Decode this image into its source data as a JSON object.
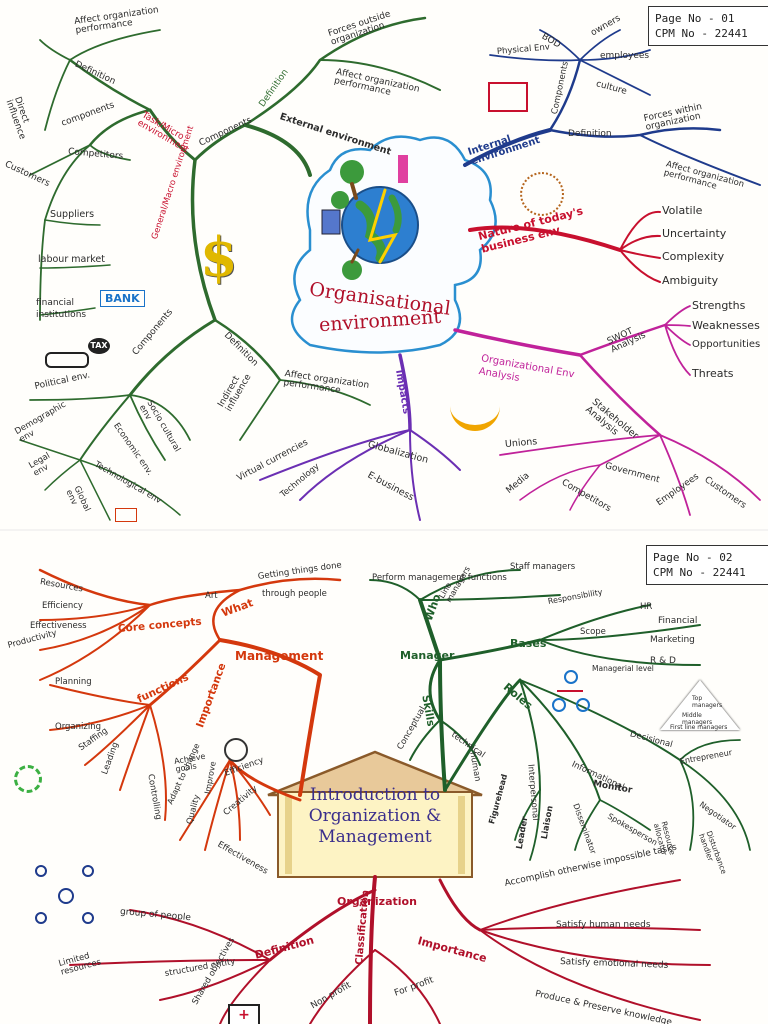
{
  "page1": {
    "page_box": {
      "page_no": "Page No - 01",
      "cpm_no": "CPM No - 22441"
    },
    "center": {
      "title_line1": "Organisational",
      "title_line2": "environment"
    },
    "external": {
      "branch": "External environment",
      "definition": "Definition",
      "def_items": [
        "Forces outside organization",
        "Affect organization performance"
      ],
      "components": "Components"
    },
    "task": {
      "branch": "Task/Micro environment",
      "definition": "Definition",
      "def_items": [
        "Affect organization performance",
        "Direct influence"
      ],
      "components": "components",
      "comp_items": [
        "Customers",
        "Competitors",
        "Suppliers",
        "labour market",
        "financial institutions"
      ],
      "bank_label": "BANK"
    },
    "general": {
      "branch": "General/Macro environment",
      "definition": "Definition",
      "def_items": [
        "Affect organization performance",
        "Indirect influence"
      ],
      "components": "Components",
      "comp_items": [
        "Political env.",
        "Socio cultural env",
        "Economic env.",
        "Demographic env",
        "Legal env",
        "Technological env",
        "Global env"
      ],
      "tax_label": "TAX"
    },
    "internal": {
      "branch": "Internal environment",
      "definition": "Definition",
      "def_items": [
        "Forces within organization",
        "Affect organization performance"
      ],
      "components": "Components",
      "comp_items": [
        "BOD",
        "owners",
        "employees",
        "Physical Env",
        "culture"
      ]
    },
    "nature": {
      "branch": "Nature of today's business env",
      "items": [
        "Volatile",
        "Uncertainty",
        "Complexity",
        "Ambiguity"
      ]
    },
    "analysis": {
      "branch": "Organizational Env Analysis",
      "swot": "SWOT Analysis",
      "swot_items": [
        "Strengths",
        "Weaknesses",
        "Opportunities",
        "Threats"
      ],
      "stakeholder": "Stakeholder Analysis",
      "stake_items": [
        "Unions",
        "Media",
        "Competitors",
        "Government",
        "Employees",
        "Customers"
      ]
    },
    "impacts": {
      "branch": "Impacts",
      "items": [
        "Virtual currencies",
        "Technology",
        "Globalization",
        "E-business"
      ]
    }
  },
  "page2": {
    "page_box": {
      "page_no": "Page No - 02",
      "cpm_no": "CPM No - 22441"
    },
    "center": {
      "line1": "Introduction to",
      "line2": "Organization &",
      "line3": "Management"
    },
    "management": {
      "branch": "Management",
      "what": "What",
      "what_items": [
        "Art",
        "Getting things done",
        "through people"
      ],
      "core": "Core concepts",
      "core_items": [
        "Resources",
        "Efficiency",
        "Effectiveness",
        "Productivity"
      ],
      "functions": "functions",
      "func_items": [
        "Planning",
        "Organizing",
        "Staffing",
        "Leading",
        "Controlling"
      ],
      "importance": "Importance",
      "imp_items": [
        "Achieve goals",
        "Adapt to change",
        "Quality",
        "Improve",
        "Efficiency",
        "Creativity",
        "Effectiveness"
      ]
    },
    "manager": {
      "branch": "Manager",
      "who": "Who",
      "who_items": [
        "Perform management functions",
        "Line managers",
        "Staff managers"
      ],
      "bases": "Bases",
      "bases_items": [
        "Responsibility",
        "Scope",
        "Managerial level",
        "HR",
        "Financial",
        "Marketing",
        "R & D"
      ],
      "skills": "Skills",
      "skills_items": [
        "Conceptual",
        "technical",
        "human"
      ],
      "roles": "Roles",
      "roles_items": [
        "Interpersonal",
        "Informational",
        "Decisional",
        "Figurehead",
        "Leader",
        "Liaison",
        "Monitor",
        "Disseminator",
        "Spokesperson",
        "Entrepreneur",
        "Negotiator",
        "Resource allocator",
        "Disturbance handler"
      ],
      "pyramid_items": [
        "Top managers",
        "Middle managers",
        "First line managers"
      ]
    },
    "organization": {
      "branch": "Organization",
      "definition": "Definition",
      "def_items": [
        "group of people",
        "Limited resources",
        "structured entity",
        "Shared objectives"
      ],
      "classification": "Classification",
      "class_items": [
        "Non profit",
        "For profit"
      ],
      "importance": "Importance",
      "imp_items": [
        "Accomplish otherwise impossible tasks",
        "Satisfy human needs",
        "Satisfy emotional needs",
        "Produce & Preserve knowledge"
      ]
    }
  },
  "colors": {
    "green": "#2e6b2e",
    "blue": "#1f3b8c",
    "red": "#c8102e",
    "magenta": "#c0229a",
    "purple": "#6b2fb3",
    "orange_red": "#d4380d",
    "dark_green": "#1f5f2a",
    "crimson": "#b0102a"
  }
}
